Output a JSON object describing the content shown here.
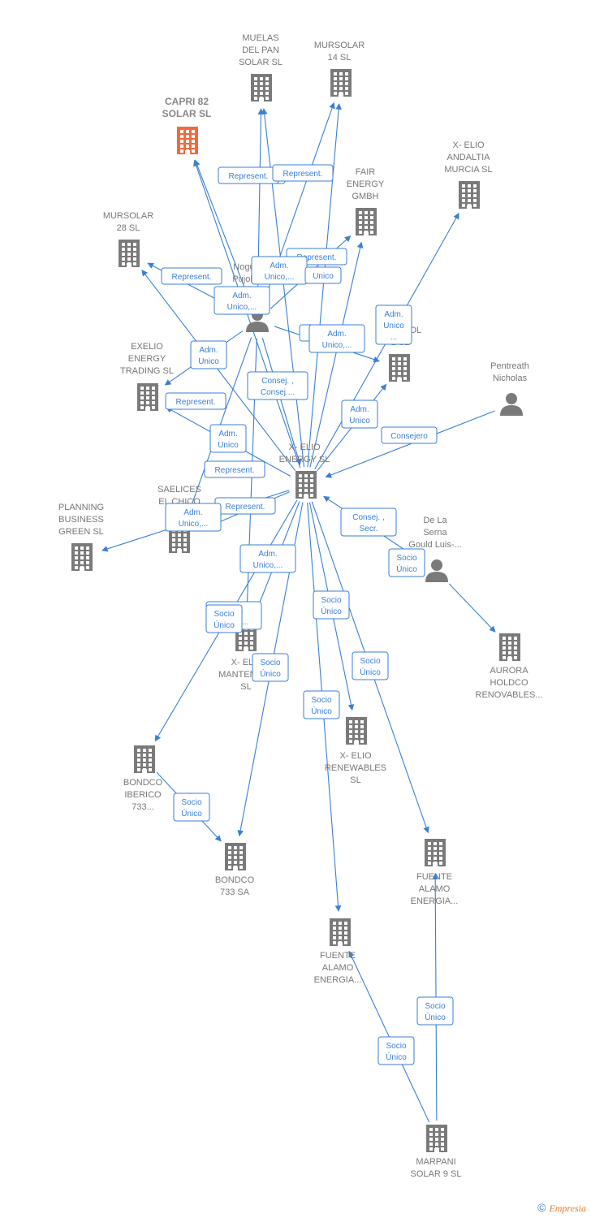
{
  "colors": {
    "edge": "#3a7fd5",
    "node": "#7a7a7a",
    "highlight": "#f26a3c"
  },
  "nodes": [
    {
      "id": "capri",
      "type": "company",
      "highlight": true,
      "label": [
        "CAPRI 82",
        "SOLAR  SL"
      ]
    },
    {
      "id": "muelas",
      "type": "company",
      "label": [
        "MUELAS",
        "DEL PAN",
        "SOLAR SL"
      ]
    },
    {
      "id": "mursolar14",
      "type": "company",
      "label": [
        "MURSOLAR",
        "14 SL"
      ]
    },
    {
      "id": "xelioandaltia",
      "type": "company",
      "label": [
        "X- ELIO",
        "ANDALTIA",
        "MURCIA  SL"
      ]
    },
    {
      "id": "fair",
      "type": "company",
      "label": [
        "FAIR",
        "ENERGY",
        "GMBH"
      ]
    },
    {
      "id": "mursolar28",
      "type": "company",
      "label": [
        "MURSOLAR",
        "28 SL"
      ]
    },
    {
      "id": "nogues",
      "type": "person",
      "label": [
        "Nogu...",
        "Pujol-..."
      ]
    },
    {
      "id": "exelio",
      "type": "company",
      "label": [
        "EXELIO",
        "ENERGY",
        "TRADING  SL"
      ]
    },
    {
      "id": "capsol",
      "type": "company",
      "label": [
        "CAP...SOL",
        "1  SL"
      ]
    },
    {
      "id": "pentreath",
      "type": "person",
      "label": [
        "Pentreath",
        "Nicholas"
      ]
    },
    {
      "id": "xelioenergy",
      "type": "company",
      "label": [
        "X- ELIO",
        "ENERGY  SL"
      ]
    },
    {
      "id": "saelices",
      "type": "company",
      "label": [
        "SAELICES",
        "EL CHICO",
        "SO..."
      ]
    },
    {
      "id": "planning",
      "type": "company",
      "label": [
        "PLANNING",
        "BUSINESS",
        "GREEN  SL"
      ]
    },
    {
      "id": "delaserna",
      "type": "person",
      "label": [
        "De La",
        "Serna",
        "Gould Luis-..."
      ]
    },
    {
      "id": "xelioman",
      "type": "company",
      "label": [
        "X- EL...",
        "MANTENIM...",
        "SL"
      ]
    },
    {
      "id": "aurora",
      "type": "company",
      "label": [
        "AURORA",
        "HOLDCO",
        "RENOVABLES..."
      ]
    },
    {
      "id": "xeliorenew",
      "type": "company",
      "label": [
        "X- ELIO",
        "RENEWABLES",
        "SL"
      ]
    },
    {
      "id": "bondcoib",
      "type": "company",
      "label": [
        "BONDCO",
        "IBERICO",
        "733..."
      ]
    },
    {
      "id": "bondco733",
      "type": "company",
      "label": [
        "BONDCO",
        "733 SA"
      ]
    },
    {
      "id": "fuente1",
      "type": "company",
      "label": [
        "FUENTE",
        "ALAMO",
        "ENERGIA..."
      ]
    },
    {
      "id": "fuente2",
      "type": "company",
      "label": [
        "FUENTE",
        "ALAMO",
        "ENERGIA..."
      ]
    },
    {
      "id": "marpani",
      "type": "company",
      "label": [
        "MARPANI",
        "SOLAR 9  SL"
      ]
    }
  ],
  "edges": [
    {
      "from": "nogues",
      "to": "capri",
      "label": [
        "Represent."
      ]
    },
    {
      "from": "nogues",
      "to": "muelas",
      "label": [
        "Represent."
      ]
    },
    {
      "from": "nogues",
      "to": "mursolar14",
      "label": [
        "Represent."
      ]
    },
    {
      "from": "nogues",
      "to": "fair",
      "label": [
        "Represent."
      ]
    },
    {
      "from": "nogues",
      "to": "mursolar28",
      "label": [
        "Represent."
      ]
    },
    {
      "from": "nogues",
      "to": "exelio",
      "label": [
        "Represent."
      ]
    },
    {
      "from": "nogues",
      "to": "capsol",
      "label": [
        "Represent."
      ]
    },
    {
      "from": "nogues",
      "to": "saelices",
      "label": [
        "Represent."
      ]
    },
    {
      "from": "nogues",
      "to": "xelioenergy",
      "label": [
        "Consej. ,",
        "Consej...."
      ]
    },
    {
      "from": "nogues",
      "to": "xelioman",
      "label": [
        "Represent."
      ]
    },
    {
      "from": "xelioenergy",
      "to": "capri",
      "label": [
        "Adm.",
        "Unico,..."
      ]
    },
    {
      "from": "xelioenergy",
      "to": "muelas",
      "label": [
        "Adm.",
        "Unico,..."
      ]
    },
    {
      "from": "xelioenergy",
      "to": "mursolar14",
      "label": [
        "Unico"
      ]
    },
    {
      "from": "xelioenergy",
      "to": "fair",
      "label": [
        "Adm.",
        "Unico,..."
      ]
    },
    {
      "from": "xelioenergy",
      "to": "xelioandaltia",
      "label": [
        "Adm.",
        "Unico",
        "..."
      ]
    },
    {
      "from": "xelioenergy",
      "to": "mursolar28",
      "label": [
        "Adm.",
        "Unico"
      ]
    },
    {
      "from": "xelioenergy",
      "to": "exelio",
      "label": [
        "Adm.",
        "Unico"
      ]
    },
    {
      "from": "xelioenergy",
      "to": "capsol",
      "label": [
        "Adm.",
        "Unico"
      ]
    },
    {
      "from": "xelioenergy",
      "to": "saelices",
      "label": [
        "Adm.",
        "Unico,..."
      ]
    },
    {
      "from": "xelioenergy",
      "to": "planning",
      "label": [
        "Adm.",
        "Unico,..."
      ]
    },
    {
      "from": "xelioenergy",
      "to": "xelioman",
      "label": [
        "Adm.",
        "Unico,..."
      ]
    },
    {
      "from": "pentreath",
      "to": "xelioenergy",
      "label": [
        "Consejero"
      ]
    },
    {
      "from": "delaserna",
      "to": "xelioenergy",
      "label": [
        "Consej. ,",
        "Secr."
      ]
    },
    {
      "from": "delaserna",
      "to": "aurora",
      "label": [
        "Socio",
        "Único"
      ]
    },
    {
      "from": "xelioenergy",
      "to": "bondcoib",
      "label": [
        "Socio",
        "Único"
      ]
    },
    {
      "from": "xelioenergy",
      "to": "bondco733",
      "label": [
        "Socio",
        "Único"
      ]
    },
    {
      "from": "xelioenergy",
      "to": "fuente1",
      "label": [
        "Socio",
        "Único"
      ]
    },
    {
      "from": "xelioenergy",
      "to": "fuente2",
      "label": [
        "Socio",
        "Único"
      ]
    },
    {
      "from": "xelioenergy",
      "to": "xeliorenew",
      "label": [
        "Socio",
        "Único"
      ]
    },
    {
      "from": "bondcoib",
      "to": "bondco733",
      "label": [
        "Socio",
        "Único"
      ]
    },
    {
      "from": "marpani",
      "to": "fuente1",
      "label": [
        "Socio",
        "Único"
      ]
    },
    {
      "from": "marpani",
      "to": "fuente2",
      "label": [
        "Socio",
        "Único"
      ]
    }
  ],
  "footer": {
    "copyright": "©",
    "brand": "Empresia"
  }
}
